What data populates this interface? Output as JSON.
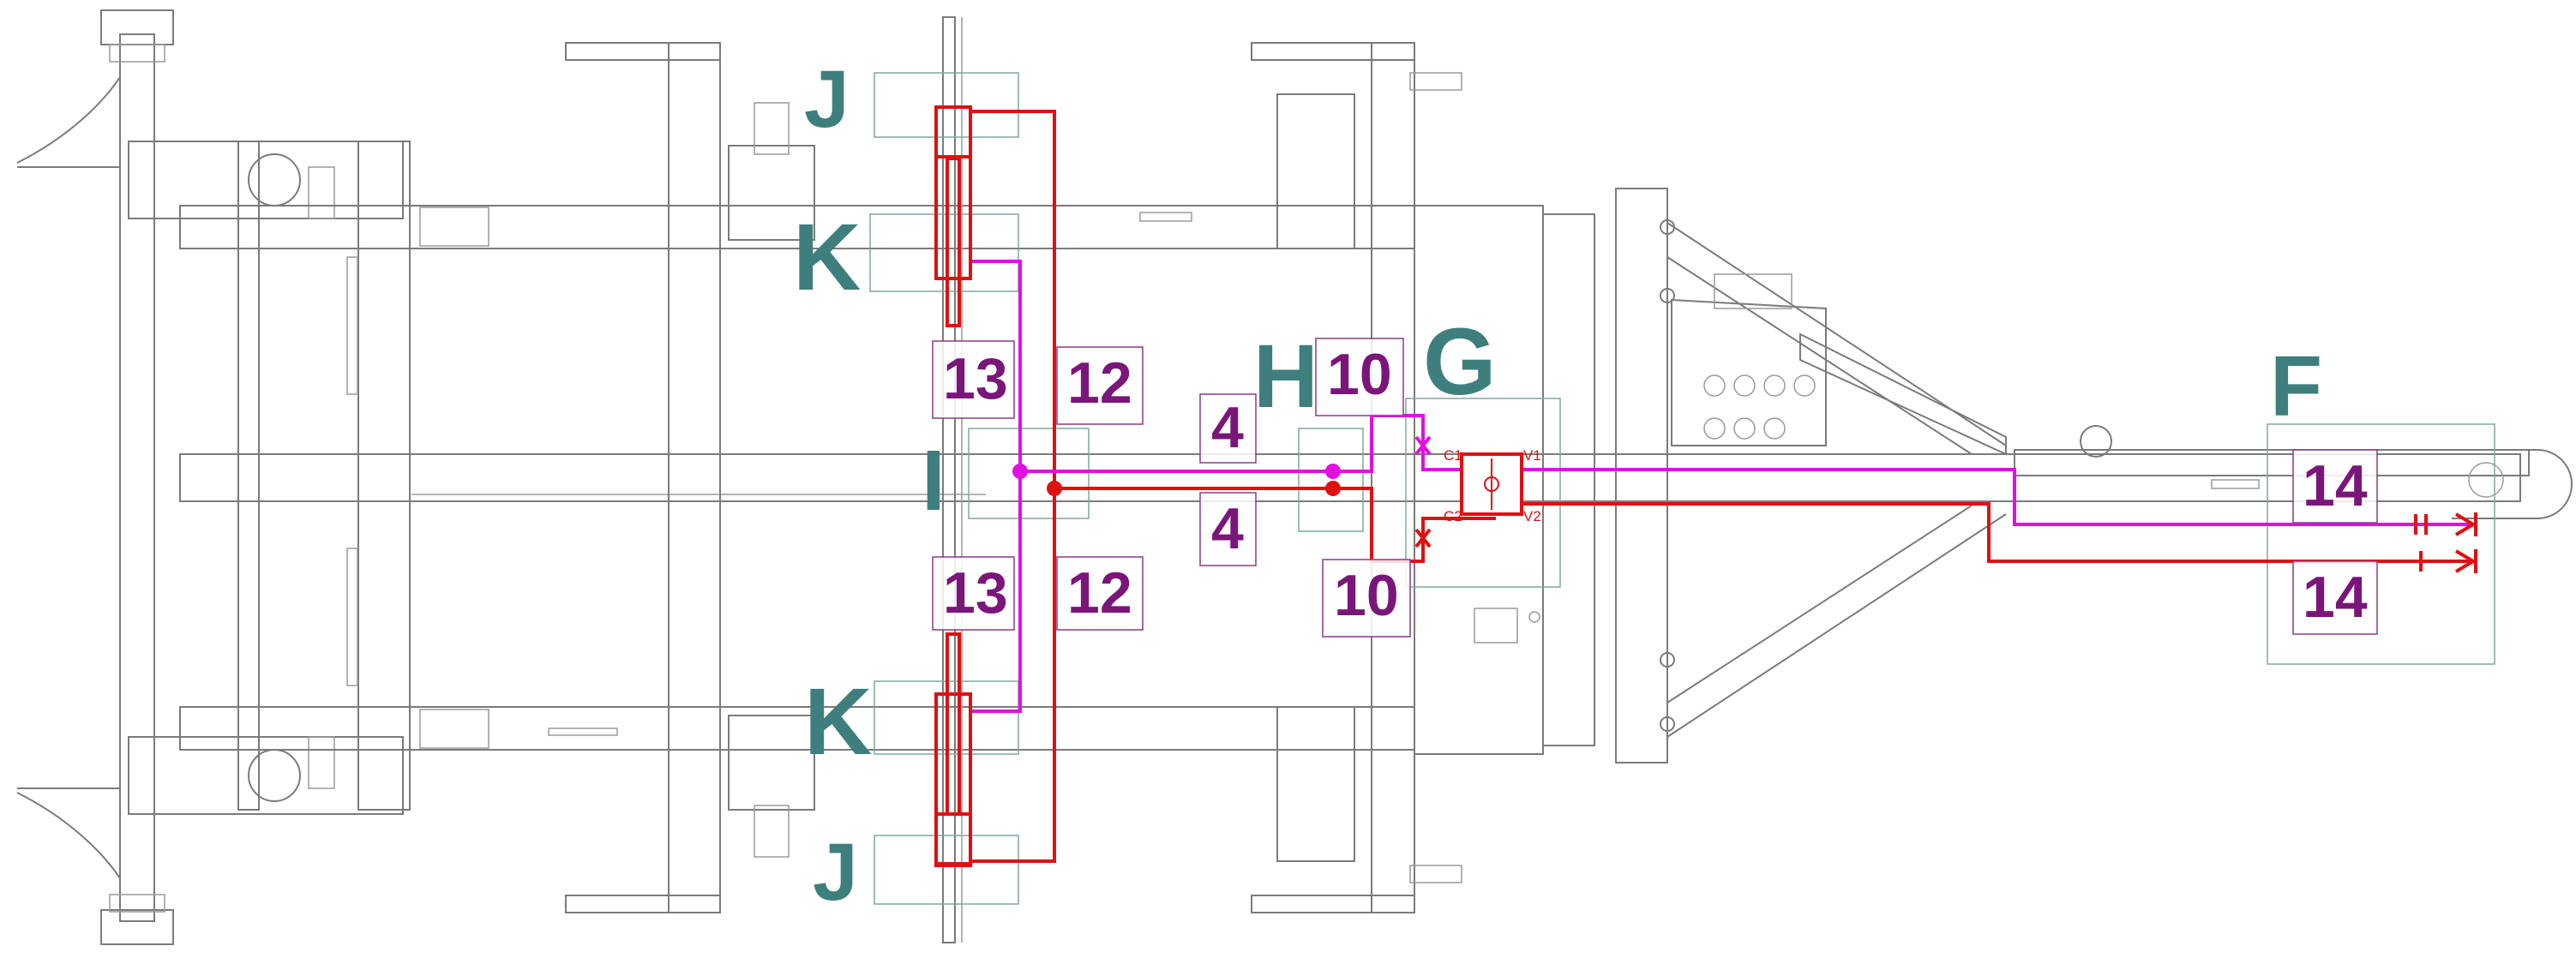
{
  "diagram": {
    "letter_labels": [
      "J",
      "K",
      "H",
      "G",
      "F",
      "I",
      "K",
      "J"
    ],
    "number_labels": [
      "13",
      "12",
      "10",
      "4",
      "4",
      "13",
      "12",
      "10",
      "14",
      "14"
    ],
    "valve_ports": [
      "C1",
      "V1",
      "C2",
      "V2"
    ],
    "colors": {
      "frame": "#7b7b7b",
      "letter_labels": "#3e7f7d",
      "number_labels": "#7a167a",
      "hose_pressure": "#e01010",
      "hose_return": "#e010e0",
      "zone_boxes": "#7fa8a0"
    }
  }
}
